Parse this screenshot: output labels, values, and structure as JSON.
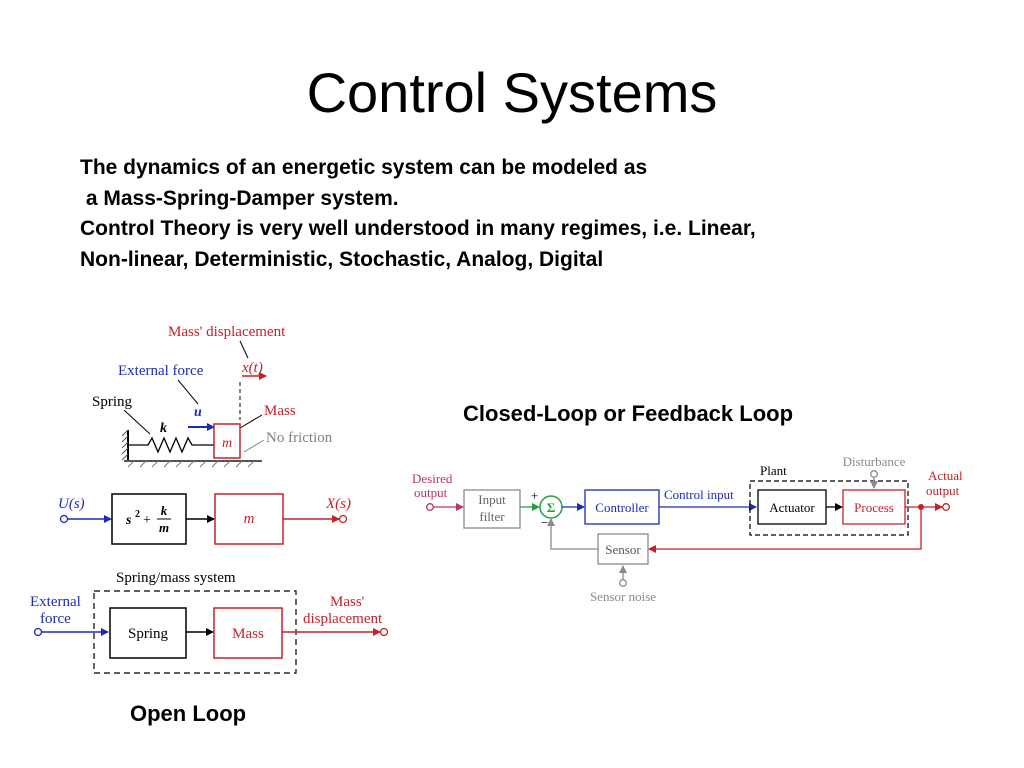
{
  "slide": {
    "title": "Control Systems",
    "intro_lines": [
      "The dynamics of an energetic system can be modeled as",
      " a Mass-Spring-Damper system.",
      "Control Theory is very well understood in many regimes, i.e. Linear,",
      "Non-linear, Deterministic, Stochastic, Analog, Digital"
    ],
    "captions": {
      "closed_loop": "Closed-Loop or Feedback Loop",
      "open_loop": "Open Loop"
    }
  },
  "colors": {
    "red": "#c8202a",
    "blue": "#1a2bb8",
    "gray": "#8a8a8a",
    "magenta": "#c0306a",
    "green": "#22a040",
    "black": "#000000"
  },
  "mass_spring": {
    "mass_displacement": "Mass' displacement",
    "x_t": "x(t)",
    "external_force": "External force",
    "spring": "Spring",
    "k": "k",
    "u": "u",
    "mass": "Mass",
    "m": "m",
    "no_friction": "No friction"
  },
  "transfer_function": {
    "input": "U(s)",
    "s2": "s",
    "exp": "2",
    "plus": "+",
    "k": "k",
    "m_den": "m",
    "mass_block": "m",
    "output": "X(s)"
  },
  "spring_mass_system": {
    "system_label": "Spring/mass system",
    "input_line1": "External",
    "input_line2": "force",
    "spring_block": "Spring",
    "mass_block": "Mass",
    "output_line1": "Mass'",
    "output_line2": "displacement"
  },
  "closed_loop": {
    "desired_line1": "Desired",
    "desired_line2": "output",
    "filter_line1": "Input",
    "filter_line2": "filter",
    "plus": "+",
    "minus": "−",
    "sigma": "Σ",
    "controller": "Controller",
    "control_input": "Control input",
    "plant": "Plant",
    "actuator": "Actuator",
    "disturbance": "Disturbance",
    "process": "Process",
    "actual_line1": "Actual",
    "actual_line2": "output",
    "sensor": "Sensor",
    "sensor_noise": "Sensor noise"
  }
}
